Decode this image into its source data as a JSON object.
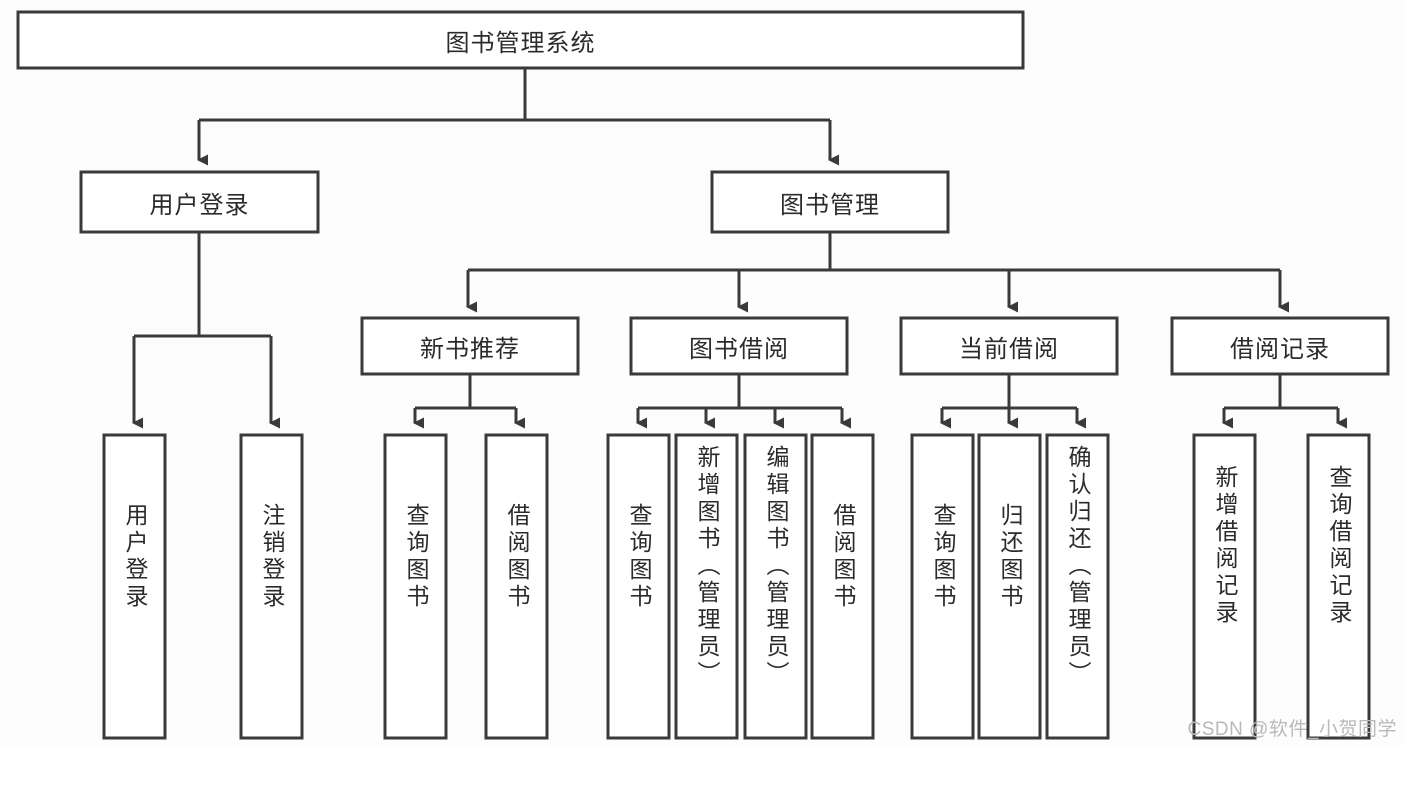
{
  "diagram": {
    "title": "图书管理系统",
    "type": "function-structure-tree",
    "watermark": "CSDN @软件_小贺同学",
    "colors": {
      "stroke": "#3a3a3a",
      "box_fill": "#ffffff",
      "text": "#2b2b2b",
      "background": "#fdfdfd",
      "watermark": "#b9b9b9"
    },
    "root": {
      "label": "图书管理系统"
    },
    "level2": [
      {
        "label": "用户登录"
      },
      {
        "label": "图书管理"
      }
    ],
    "level3": [
      {
        "label": "新书推荐"
      },
      {
        "label": "图书借阅"
      },
      {
        "label": "当前借阅"
      },
      {
        "label": "借阅记录"
      }
    ],
    "leaves": {
      "user_login": [
        {
          "label": "用户登录"
        },
        {
          "label": "注销登录"
        }
      ],
      "new_book_recommend": [
        {
          "label": "查询图书"
        },
        {
          "label": "借阅图书"
        }
      ],
      "book_borrow": [
        {
          "label": "查询图书"
        },
        {
          "label": "新增图书（管理员）"
        },
        {
          "label": "编辑图书（管理员）"
        },
        {
          "label": "借阅图书"
        }
      ],
      "current_borrow": [
        {
          "label": "查询图书"
        },
        {
          "label": "归还图书"
        },
        {
          "label": "确认归还（管理员）"
        }
      ],
      "borrow_record": [
        {
          "label": "新增借阅记录"
        },
        {
          "label": "查询借阅记录"
        }
      ]
    }
  }
}
